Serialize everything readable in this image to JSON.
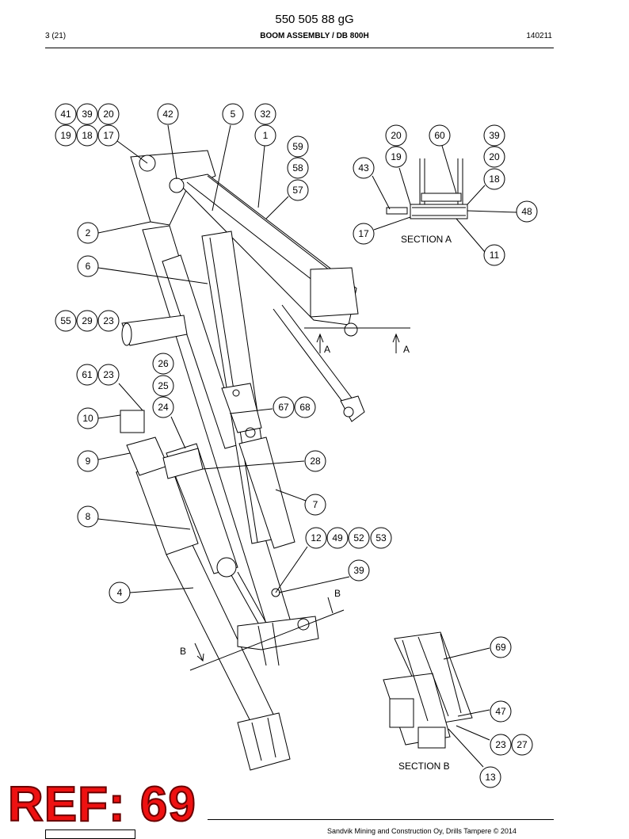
{
  "header": {
    "doc_number": "550 505 88 gG",
    "page": "3 (21)",
    "title": "BOOM ASSEMBLY / DB 800H",
    "date": "140211"
  },
  "section_labels": {
    "section_a": "SECTION A",
    "section_b": "SECTION B",
    "cut_a_left": "A",
    "cut_a_right": "A",
    "cut_b_left": "B",
    "cut_b_right": "B"
  },
  "callouts": [
    "41",
    "39",
    "20",
    "19",
    "18",
    "17",
    "42",
    "5",
    "32",
    "1",
    "59",
    "58",
    "57",
    "2",
    "6",
    "55",
    "29",
    "23",
    "26",
    "25",
    "24",
    "61",
    "23",
    "10",
    "9",
    "8",
    "4",
    "67",
    "68",
    "28",
    "7",
    "12",
    "49",
    "52",
    "53",
    "39",
    "20",
    "60",
    "39",
    "19",
    "20",
    "43",
    "18",
    "48",
    "17",
    "11",
    "69",
    "47",
    "23",
    "27",
    "13"
  ],
  "footer": {
    "copyright": "Sandvik Mining and Construction Oy, Drills Tampere © 2014"
  },
  "overlay": {
    "ref_label": "REF: 69"
  }
}
